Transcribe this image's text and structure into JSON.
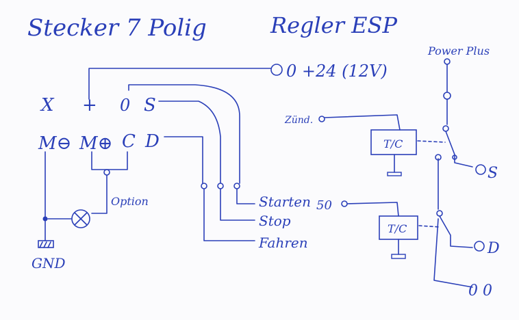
{
  "diagram": {
    "title_left": "Stecker 7 Polig",
    "title_right": "Regler ESP",
    "connector_pins": {
      "row1": [
        "X",
        "+",
        "0",
        "S"
      ],
      "row2": [
        "M⊖",
        "M⊕",
        "C",
        "D"
      ]
    },
    "labels": {
      "supply": "0 +24 (12V)",
      "power_plus": "Power Plus",
      "zuendung": "Zünd.",
      "input_50": "50",
      "option": "Option",
      "gnd": "GND",
      "starter": "Starten",
      "stop": "Stop",
      "fahren": "Fahren",
      "relay1": "T/C",
      "relay2": "T/C",
      "out_s": "S",
      "out_d": "D",
      "out_bottom": "0 0"
    },
    "colors": {
      "ink": "#2a3fb8",
      "paper": "#fbfbfd"
    }
  }
}
